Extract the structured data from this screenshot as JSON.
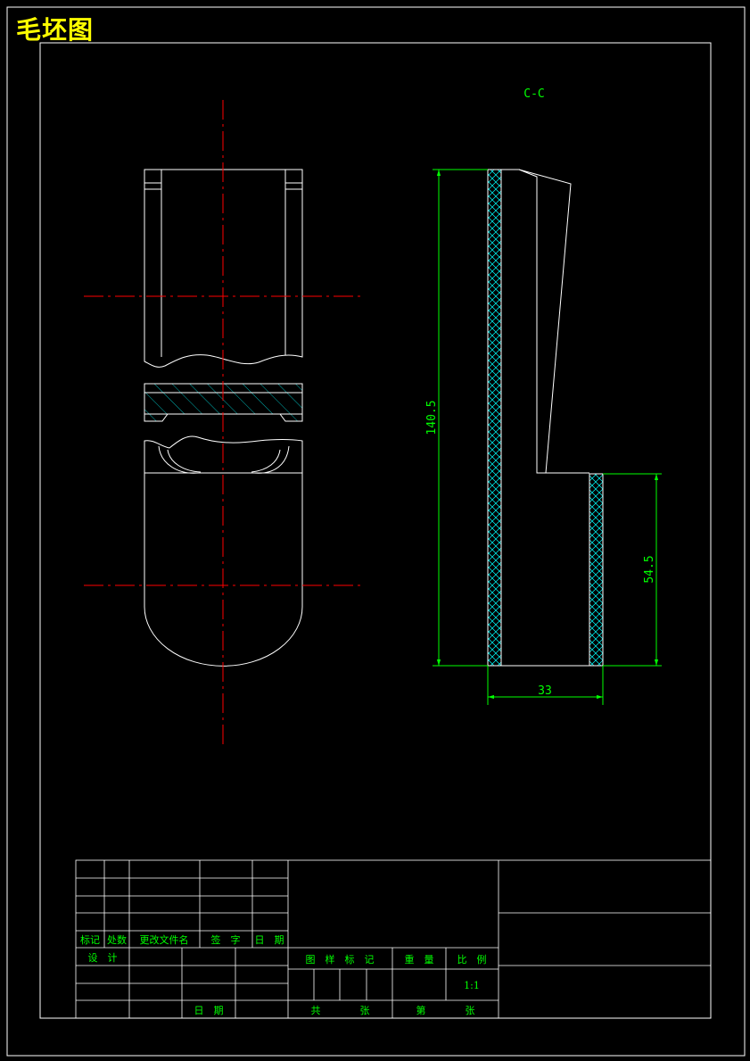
{
  "title": "毛坯图",
  "section_label": "C-C",
  "dimensions": {
    "height_total": "140.5",
    "height_lower": "54.5",
    "width": "33"
  },
  "title_block": {
    "revision_headers": [
      "标记",
      "处数",
      "更改文件名",
      "签　字",
      "日　期"
    ],
    "design": "设　计",
    "date": "日　期",
    "drawing_mark": "图　样　标　记",
    "weight": "重　量",
    "scale_label": "比　例",
    "scale_value": "1:1",
    "total": "共",
    "sheets_a": "张",
    "sheet_no": "第",
    "sheets_b": "张"
  },
  "colors": {
    "line": "#ffffff",
    "center": "#ff0000",
    "dimension": "#00ff00",
    "hatch_cross": "#00ffff",
    "title": "#ffff00"
  }
}
